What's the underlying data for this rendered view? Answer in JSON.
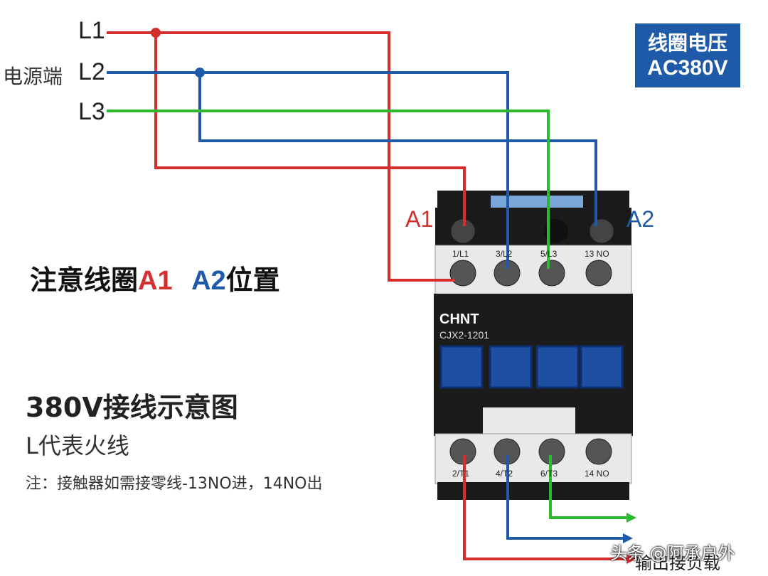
{
  "lines": {
    "l1": "L1",
    "l2": "L2",
    "l3": "L3"
  },
  "source_label": "电源端",
  "coil_voltage": {
    "line1": "线圈电压",
    "line2": "AC380V"
  },
  "coil_note": {
    "prefix": "注意线圈",
    "a1": "A1",
    "a2": "A2",
    "suffix": "位置"
  },
  "coil_terminals": {
    "a1": "A1",
    "a2": "A2"
  },
  "title": "380V接线示意图",
  "subtitle": "L代表火线",
  "note": "注：接触器如需接零线-13NO进，14NO出",
  "contactor": {
    "brand": "CHNT",
    "model": "CJX2-1201",
    "top_terminals": [
      "1/L1",
      "3/L2",
      "5/L3",
      "13 NO"
    ],
    "bottom_terminals": [
      "2/T1",
      "4/T2",
      "6/T3",
      "14 NO"
    ]
  },
  "output_label": "输出接负载",
  "watermark": "头条 @阿承户外",
  "colors": {
    "l1": "#d32f2f",
    "l2": "#1e5aa8",
    "l3": "#2eb82e",
    "box": "#1e5aa8"
  }
}
